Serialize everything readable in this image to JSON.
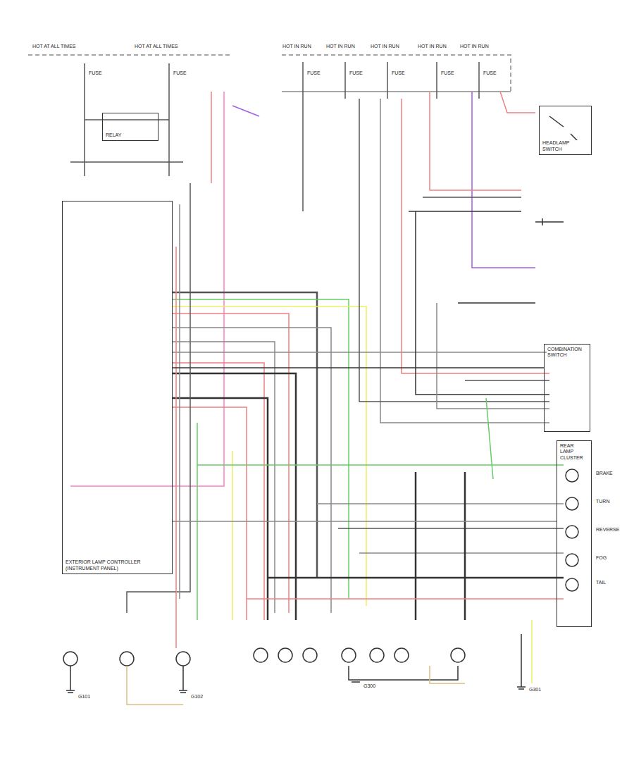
{
  "diagram": {
    "nodes": [
      {
        "text": [
          "EXTERIOR LAMP CONTROLLER (INSTRUMENT PANEL)"
        ]
      },
      {
        "text": [
          "COMBINATION SWITCH"
        ]
      },
      {
        "text": [
          "REAR LAMP CLUSTER"
        ]
      },
      {
        "text": [
          "HEADLAMP SWITCH"
        ]
      },
      {
        "text": [
          "RELAY"
        ]
      }
    ],
    "edges": [
      {
        "from": 0,
        "to": 1,
        "arrow": "none"
      },
      {
        "from": 0,
        "to": 2,
        "arrow": "none"
      }
    ],
    "labels": [
      "HOT AT ALL TIMES",
      "HOT AT ALL TIMES",
      "HOT IN RUN",
      "HOT IN RUN",
      "HOT IN RUN",
      "HOT IN RUN",
      "HOT IN RUN",
      "FUSE",
      "FUSE",
      "FUSE",
      "FUSE",
      "FUSE",
      "FUSE",
      "FUSE",
      "BRAKE",
      "TURN",
      "REVERSE",
      "FOG",
      "TAIL",
      "G101",
      "G102",
      "G300",
      "G301"
    ]
  }
}
